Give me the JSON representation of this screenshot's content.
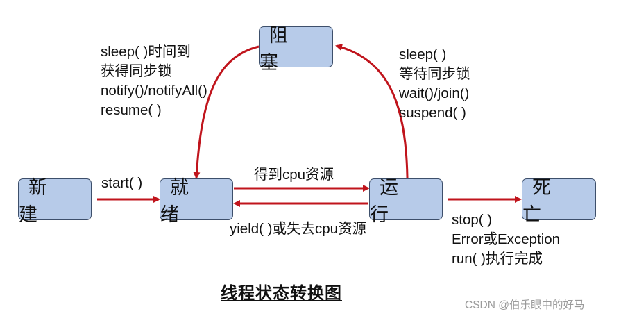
{
  "states": {
    "new": "新 建",
    "ready": "就 绪",
    "blocked": "阻 塞",
    "running": "运 行",
    "dead": "死 亡"
  },
  "transitions": {
    "new_to_ready": "start( )",
    "ready_to_running": "得到cpu资源",
    "running_to_ready": "yield( )或失去cpu资源",
    "blocked_to_ready": [
      "sleep( )时间到",
      "获得同步锁",
      "notify()/notifyAll()",
      "resume( )"
    ],
    "running_to_blocked": [
      "sleep( )",
      "等待同步锁",
      "wait()/join()",
      "suspend( )"
    ],
    "running_to_dead": [
      "stop( )",
      "Error或Exception",
      "run( )执行完成"
    ]
  },
  "caption": "线程状态转换图",
  "watermark": "CSDN @伯乐眼中的好马",
  "colors": {
    "arrow": "#c0141c",
    "state_fill": "#b7cbe9",
    "state_border": "#3d4f6b"
  }
}
